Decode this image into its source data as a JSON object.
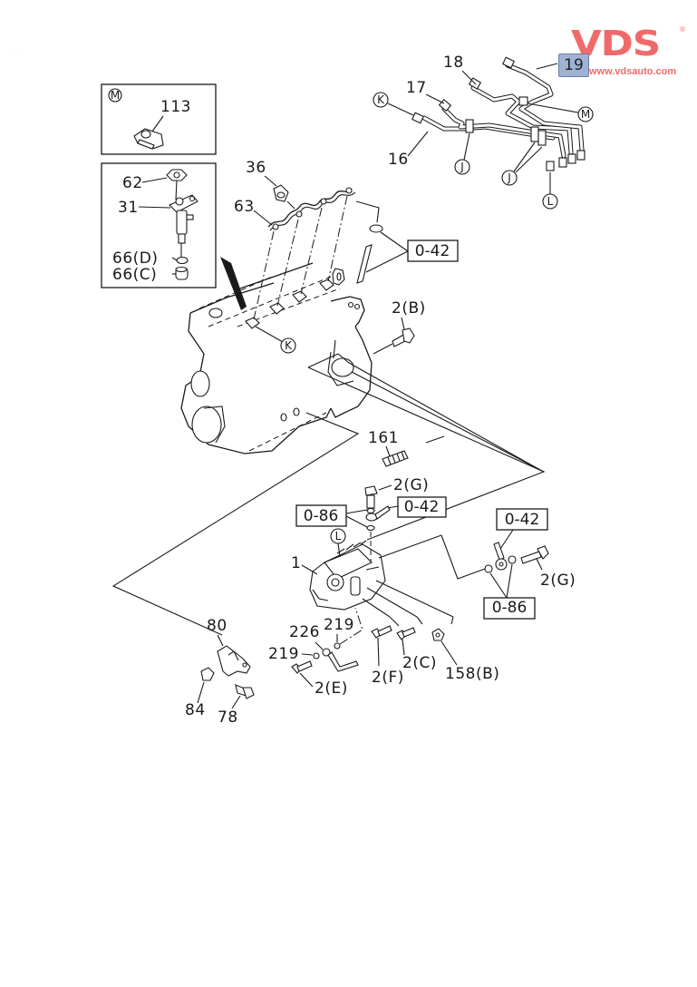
{
  "watermark": {
    "brand": "VDS",
    "registered": "®",
    "url": "www.vdsauto.com",
    "brand_color": "#f06a6a"
  },
  "page_badge": "19",
  "faint_text": "...........",
  "diagram": {
    "title_subject": "Fuel injection pump and injection pipes exploded view",
    "inset_m": {
      "callout": "M",
      "part": "113"
    },
    "inset_injector": {
      "parts": [
        "62",
        "31",
        "66(D)",
        "66(C)"
      ]
    },
    "pipes": {
      "labels": [
        "18",
        "17",
        "16"
      ],
      "part_19": "19",
      "callouts": {
        "k": "K",
        "m": "M",
        "j1": "J",
        "j2": "J",
        "l": "L"
      }
    },
    "engine": {
      "labels": {
        "p36": "36",
        "p63": "63",
        "p2b": "2(B)",
        "p161": "161"
      },
      "callout_k": "K",
      "ref_042_top": "0-42"
    },
    "pump": {
      "labels": {
        "p1": "1",
        "p2g_top": "2(G)",
        "p2g_right": "2(G)",
        "p80": "80",
        "p84": "84",
        "p78": "78",
        "p226": "226",
        "p219_a": "219",
        "p219_b": "219",
        "p2e": "2(E)",
        "p2f": "2(F)",
        "p2c": "2(C)",
        "p158b": "158(B)"
      },
      "callout_l": "L",
      "ref_086_left": "0-86",
      "ref_042_mid": "0-42",
      "ref_042_right": "0-42",
      "ref_086_right": "0-86"
    }
  }
}
